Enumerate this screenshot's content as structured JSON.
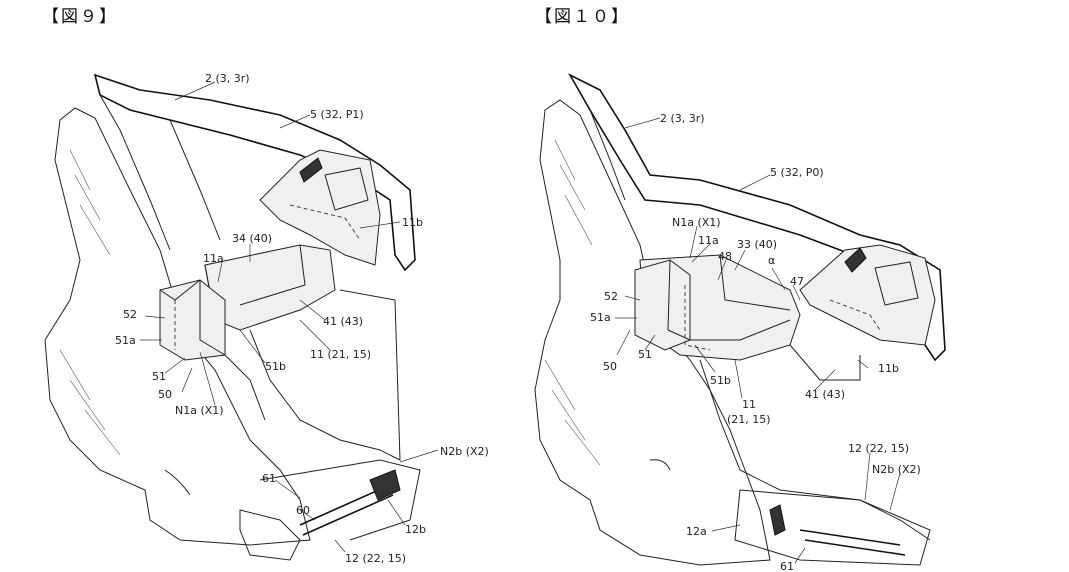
{
  "figures": [
    {
      "title": "【図９】",
      "labels": {
        "door_frame": "2 (3, 3r)",
        "trim": "5 (32, P1)",
        "side_11b": "11b",
        "armrest": "34 (40)",
        "side_11a": "11a",
        "ref_52": "52",
        "ref_51a": "51a",
        "ref_51": "51",
        "ref_50": "50",
        "n1a": "N1a (X1)",
        "ref_51b": "51b",
        "ref_41": "41 (43)",
        "ref_11": "11 (21, 15)",
        "n2b": "N2b (X2)",
        "ref_61": "61",
        "ref_60": "60",
        "ref_12b": "12b",
        "ref_12": "12 (22, 15)"
      }
    },
    {
      "title": "【図１０】",
      "labels": {
        "door_frame": "2 (3, 3r)",
        "trim": "5 (32, P0)",
        "n1a": "N1a (X1)",
        "side_11a": "11a",
        "armrest": "33 (40)",
        "ref_48": "48",
        "alpha": "α",
        "ref_47": "47",
        "ref_52": "52",
        "ref_51a": "51a",
        "ref_51": "51",
        "ref_50": "50",
        "ref_51b": "51b",
        "ref_11": "11",
        "ref_11_sub": "(21, 15)",
        "ref_41": "41 (43)",
        "side_11b": "11b",
        "ref_12": "12 (22, 15)",
        "n2b": "N2b (X2)",
        "ref_12a": "12a",
        "ref_61": "61"
      }
    }
  ]
}
